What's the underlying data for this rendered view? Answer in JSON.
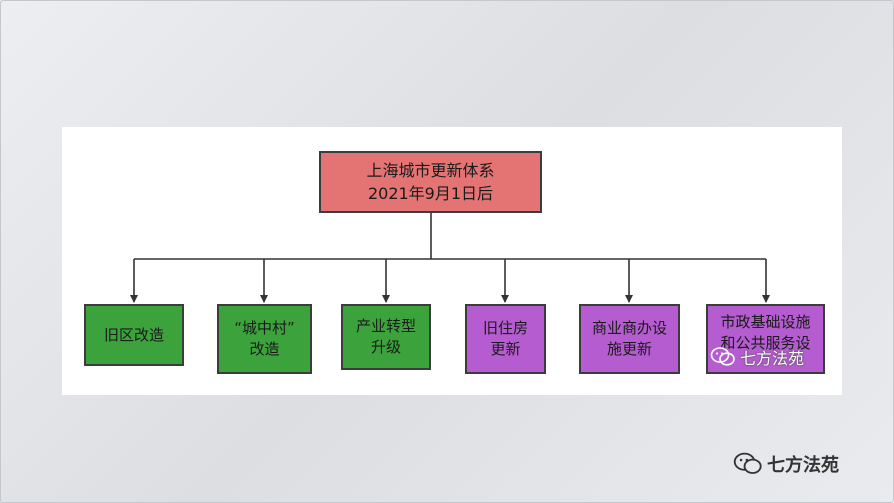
{
  "root": {
    "line1": "上海城市更新体系",
    "line2": "2021年9月1日后"
  },
  "children": [
    {
      "lines": [
        "旧区改造"
      ],
      "color": "#3ca33c"
    },
    {
      "lines": [
        "“城中村”",
        "改造"
      ],
      "color": "#3ca33c"
    },
    {
      "lines": [
        "产业转型",
        "升级"
      ],
      "color": "#3ca33c"
    },
    {
      "lines": [
        "旧住房",
        "更新"
      ],
      "color": "#b45cd0"
    },
    {
      "lines": [
        "商业商办设",
        "施更新"
      ],
      "color": "#b45cd0"
    },
    {
      "lines": [
        "市政基础设施",
        "和公共服务设"
      ],
      "color": "#b45cd0"
    }
  ],
  "watermark": {
    "inner": "七方法苑",
    "outer": "七方法苑",
    "icon": "wechat-icon"
  }
}
